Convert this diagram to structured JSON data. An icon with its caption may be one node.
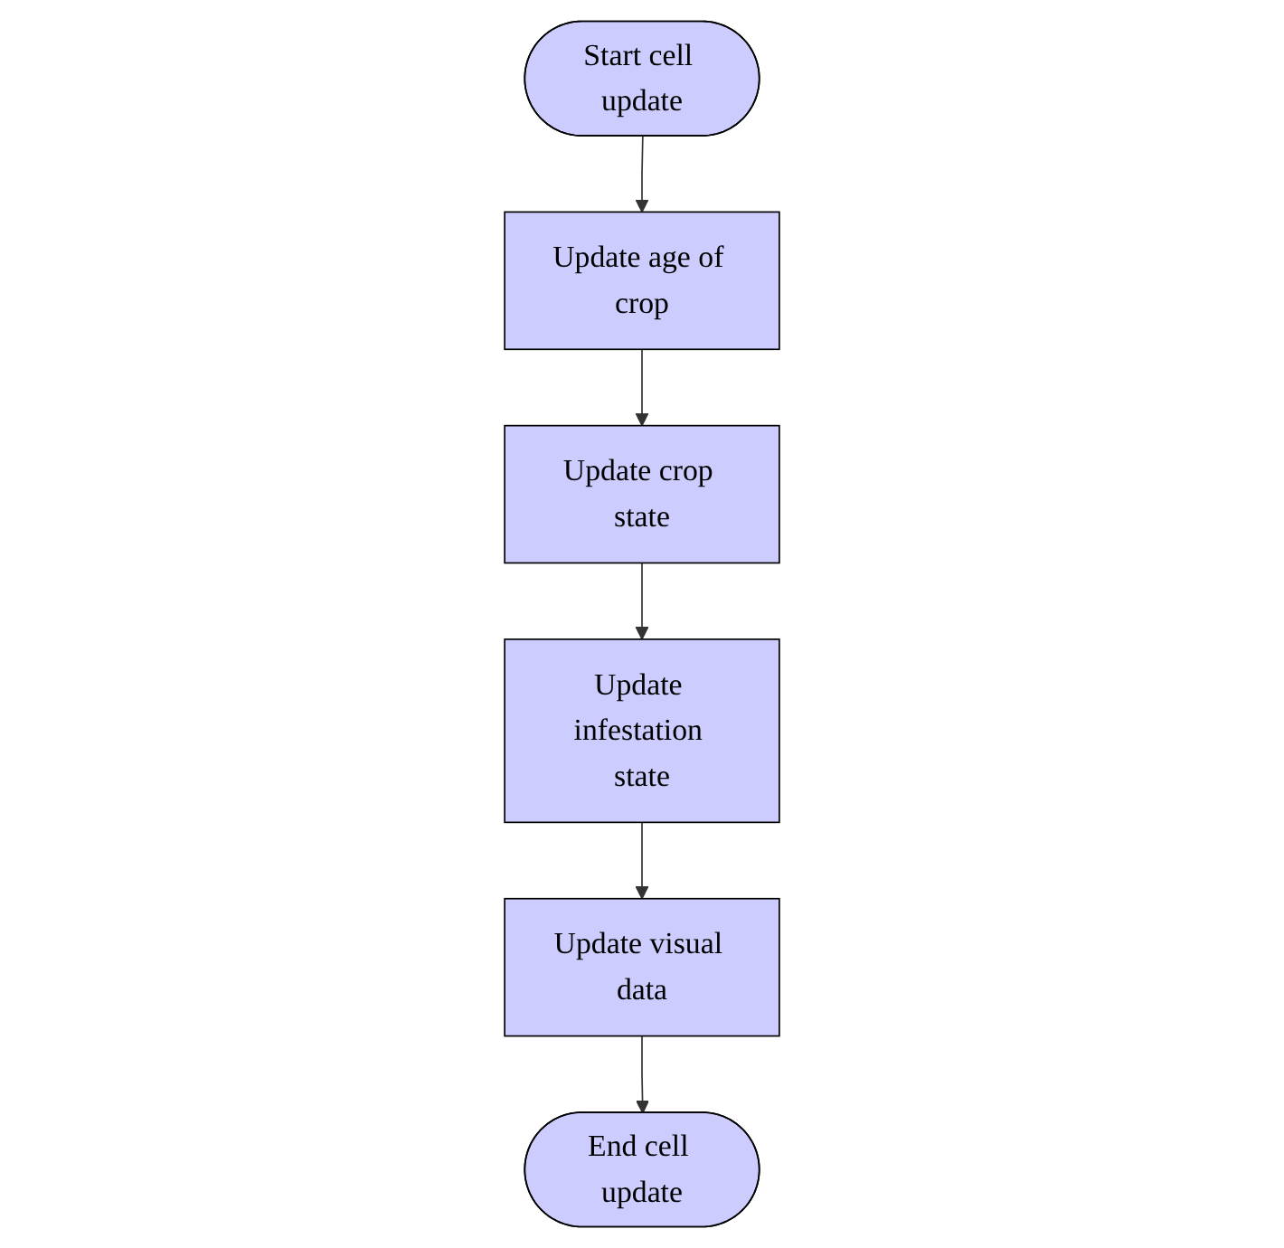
{
  "diagram": {
    "nodes": [
      {
        "text": [
          "Start cell update"
        ]
      },
      {
        "text": [
          "Update age of crop"
        ]
      },
      {
        "text": [
          "Update crop state"
        ]
      },
      {
        "text": [
          "Update infestation state"
        ]
      },
      {
        "text": [
          "Update visual data"
        ]
      },
      {
        "text": [
          "End cell update"
        ]
      }
    ],
    "edges": [
      {
        "from": 0,
        "to": 1,
        "arrow": "to"
      },
      {
        "from": 1,
        "to": 2,
        "arrow": "to"
      },
      {
        "from": 2,
        "to": 3,
        "arrow": "to"
      },
      {
        "from": 3,
        "to": 4,
        "arrow": "to"
      },
      {
        "from": 4,
        "to": 5,
        "arrow": "to"
      }
    ]
  }
}
